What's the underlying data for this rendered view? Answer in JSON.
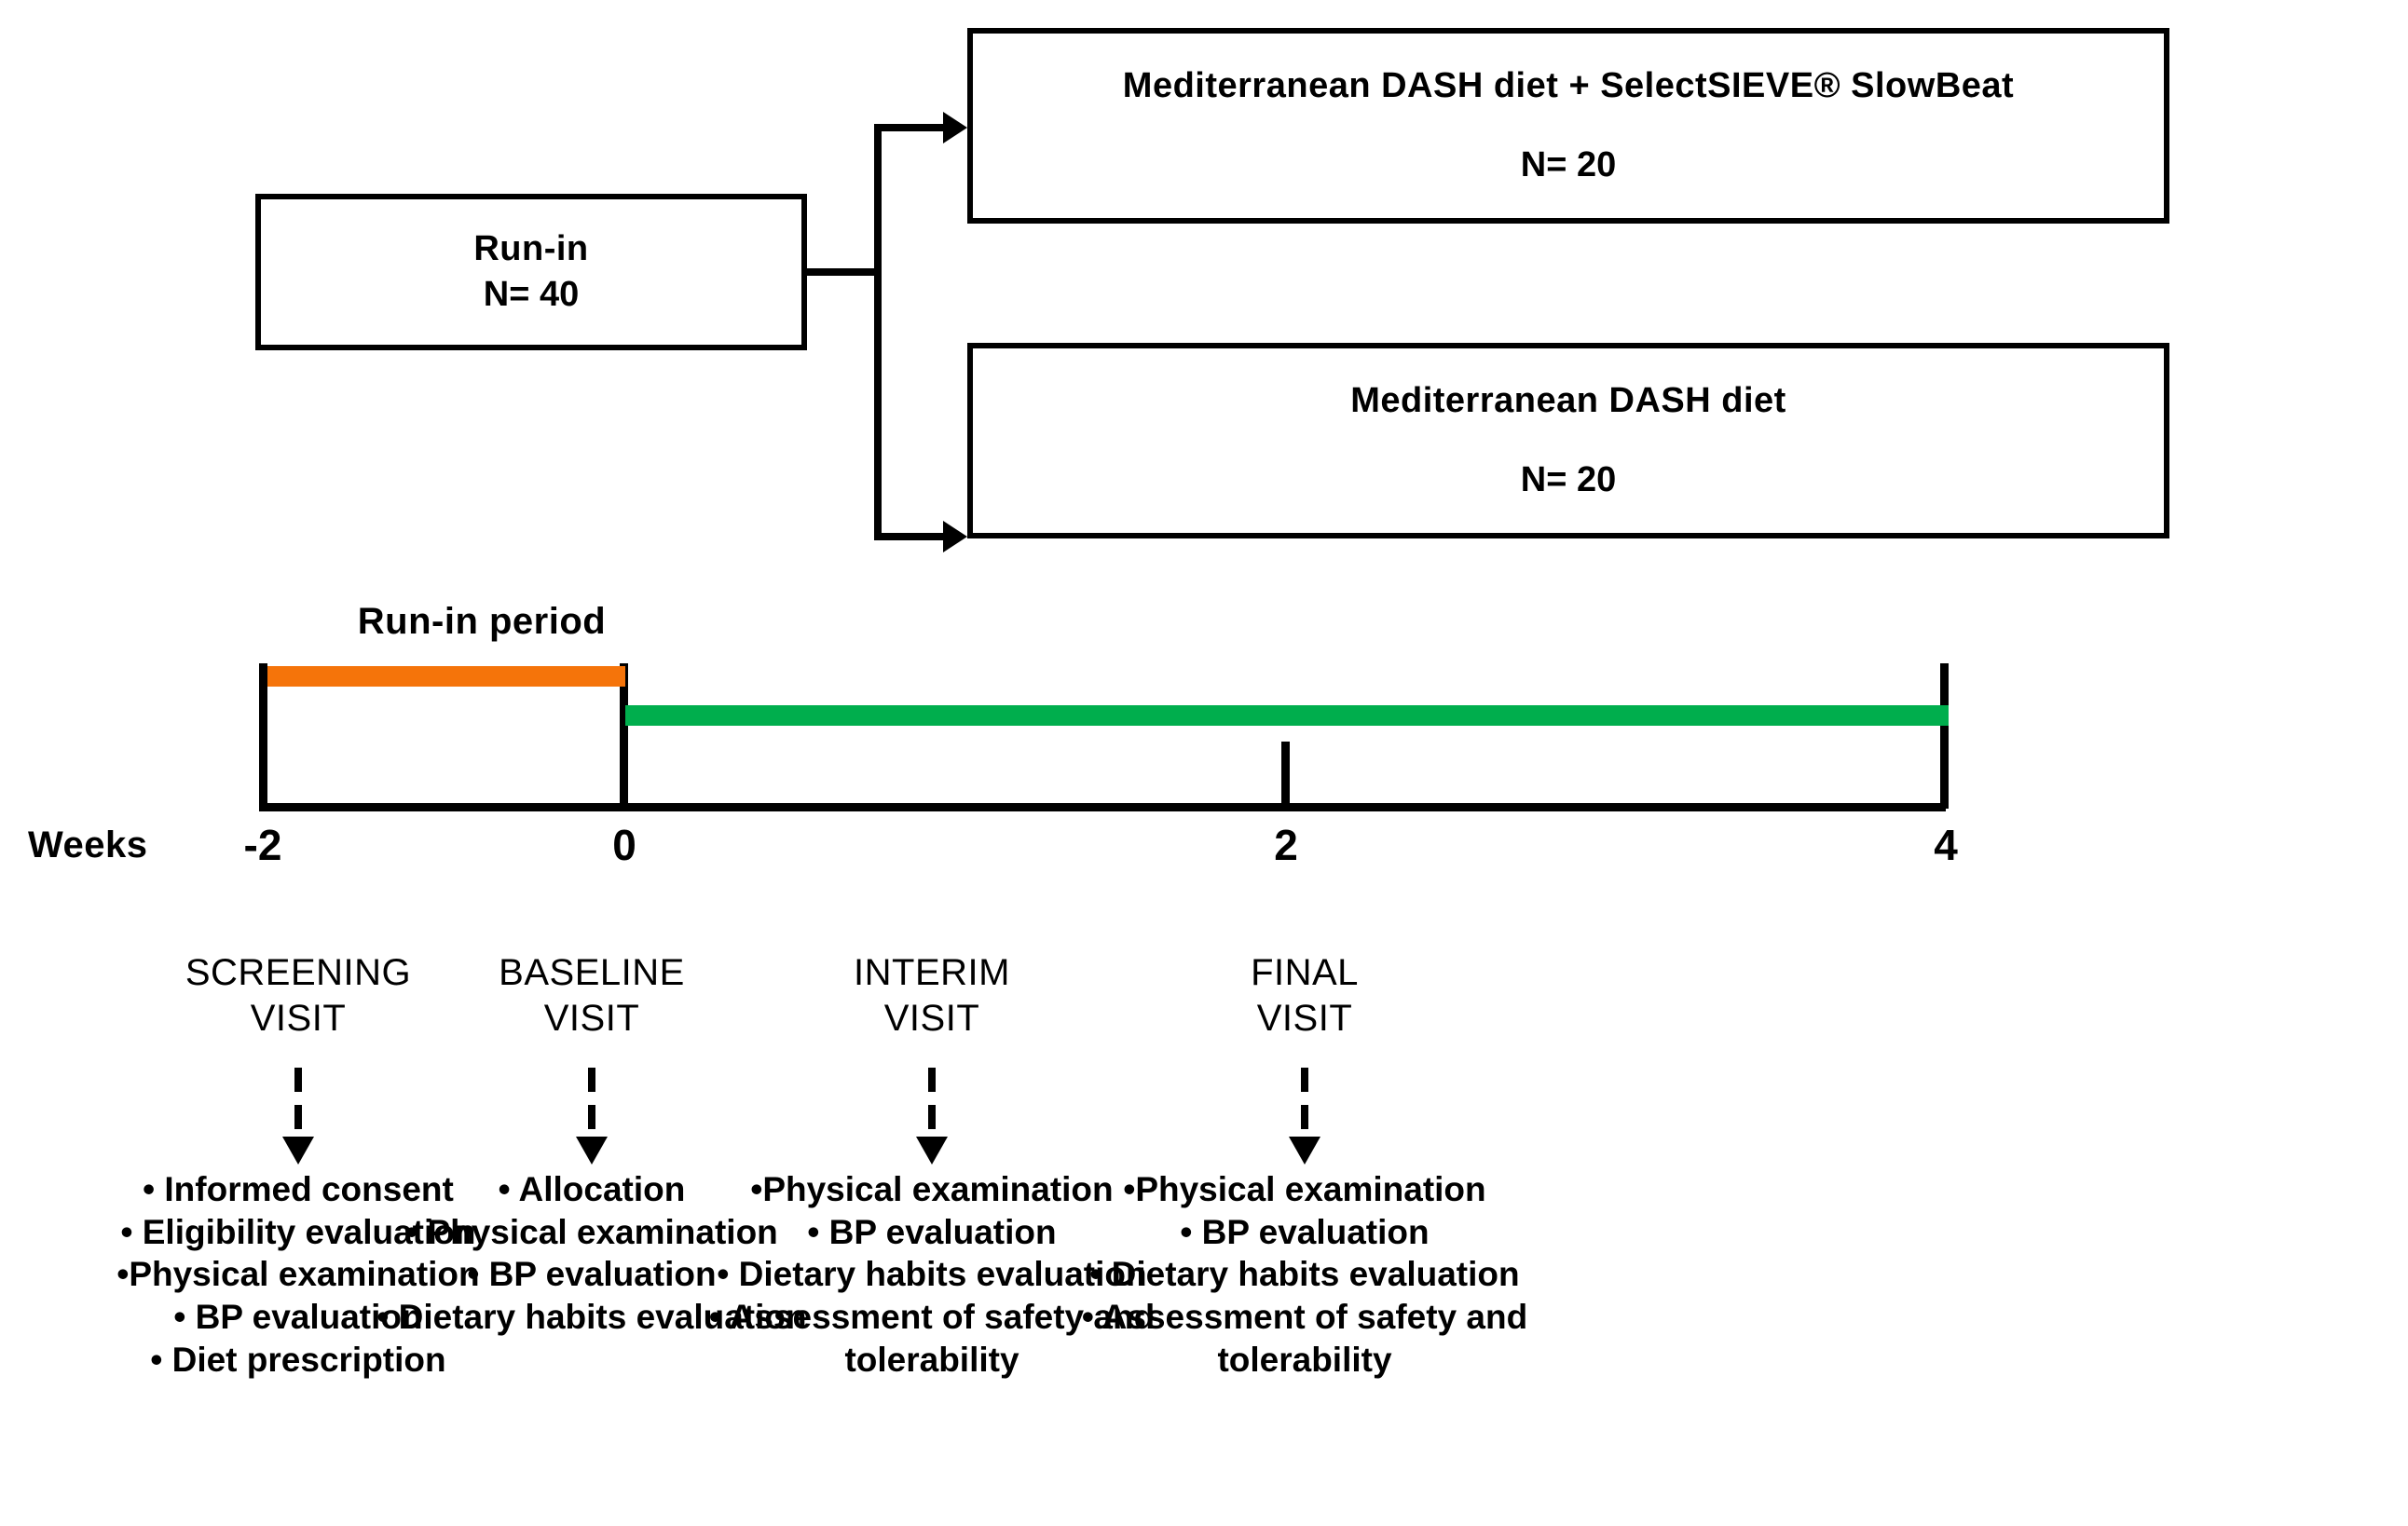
{
  "flow": {
    "runin_box": {
      "line1": "Run-in",
      "line2": "N= 40"
    },
    "arm1_box": {
      "line1": "Mediterranean  DASH diet + SelectSIEVE® SlowBeat",
      "line2": "N= 20"
    },
    "arm2_box": {
      "line1": "Mediterranean  DASH diet",
      "line2": "N= 20"
    }
  },
  "timeline": {
    "axis_label": "Weeks",
    "runin_period_label": "Run-in period",
    "tick_labels": [
      "-2",
      "0",
      "2",
      "4"
    ],
    "colors": {
      "runin_bar": "#F5740A",
      "diet_bar": "#00AE4D",
      "axis": "#000000"
    }
  },
  "visits": [
    {
      "title": "SCREENING\nVISIT",
      "items": [
        "• Informed consent",
        "• Eligibility evaluation",
        "•Physical examination",
        "• BP evaluation",
        "• Diet prescription"
      ]
    },
    {
      "title": "BASELINE\nVISIT",
      "items": [
        "• Allocation",
        "• Physical examination",
        "• BP evaluation",
        "• Dietary habits evaluation"
      ]
    },
    {
      "title": "INTERIM\nVISIT",
      "items": [
        "•Physical examination",
        "• BP evaluation",
        "• Dietary habits evaluation",
        "• Assessment of safety and",
        "tolerability"
      ]
    },
    {
      "title": "FINAL\nVISIT",
      "items": [
        "•Physical examination",
        "• BP evaluation",
        "• Dietary habits evaluation",
        "• Assessment of safety and",
        "tolerability"
      ]
    }
  ]
}
